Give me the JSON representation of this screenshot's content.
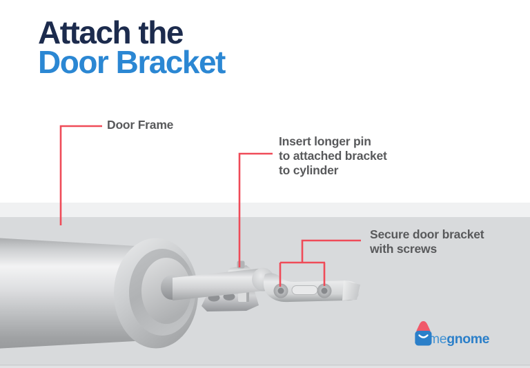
{
  "title": {
    "line1": "Attach the",
    "line2": "Door Bracket"
  },
  "callouts": {
    "door_frame": {
      "lines": [
        "Door Frame"
      ]
    },
    "insert_pin": {
      "lines": [
        "Insert longer pin",
        "to attached bracket",
        "to cylinder"
      ]
    },
    "secure_bracket": {
      "lines": [
        "Secure door bracket",
        "with screws"
      ]
    }
  },
  "logo": {
    "name_regular": "home",
    "name_bold": "gnome"
  },
  "colors": {
    "background_white": "#ffffff",
    "frame_strip_light": "#f0f1f2",
    "frame_gray": "#d8dadc",
    "title_navy": "#1c2b4d",
    "title_blue": "#2b87d3",
    "label_gray": "#58595b",
    "pointer_red": "#ef4b58",
    "logo_blue_light": "#4493d3",
    "logo_blue": "#2b7fc9",
    "logo_roof_red": "#f0596a"
  }
}
